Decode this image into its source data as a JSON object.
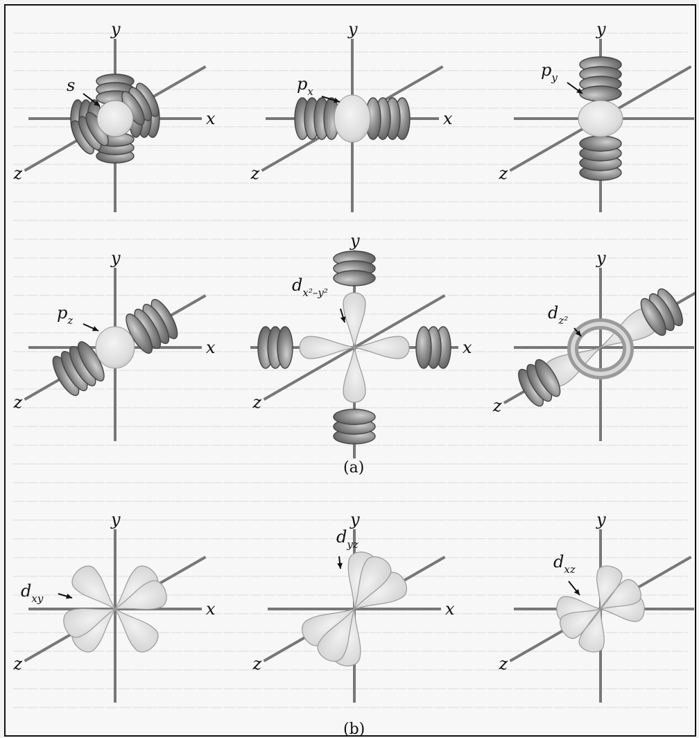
{
  "axes": {
    "x": "x",
    "y": "y",
    "z": "z"
  },
  "captions": {
    "a": "(a)",
    "b": "(b)"
  },
  "orbitals": [
    {
      "id": "s",
      "label": "s",
      "sub": ""
    },
    {
      "id": "px",
      "label": "p",
      "sub": "x"
    },
    {
      "id": "py",
      "label": "p",
      "sub": "y"
    },
    {
      "id": "pz",
      "label": "p",
      "sub": "z"
    },
    {
      "id": "dx2y2",
      "label": "d",
      "sub": "x²–y²"
    },
    {
      "id": "dz2",
      "label": "d",
      "sub": "z²"
    },
    {
      "id": "dxy",
      "label": "d",
      "sub": "xy"
    },
    {
      "id": "dyz",
      "label": "d",
      "sub": "yz"
    },
    {
      "id": "dxz",
      "label": "d",
      "sub": "xz"
    }
  ],
  "colors": {
    "lobe_dark": "#8f8f8f",
    "lobe_light": "#e2e2e2",
    "axis": "#777777",
    "background": "#f7f7f7"
  }
}
